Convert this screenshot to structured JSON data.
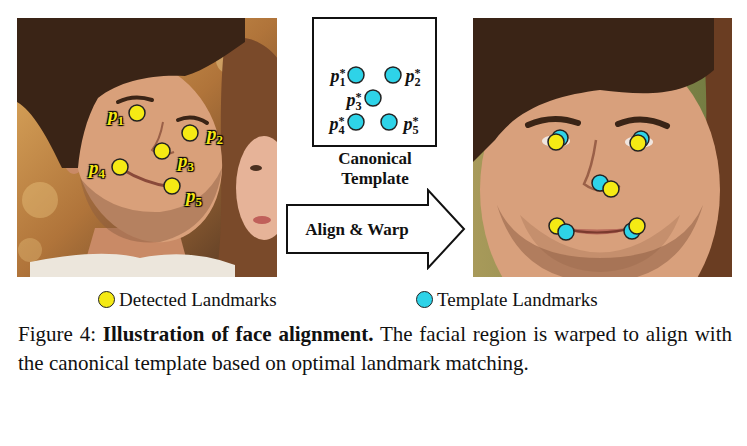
{
  "diagram": {
    "caption": "Figure 4: Illustration of face alignment. The facial region is warped to align with the canonical template based on optimal landmark matching.",
    "nodes": [
      {
        "text": [
          "p1*",
          "p2*",
          "p3*",
          "p4*",
          "p5*",
          "Canonical Template"
        ]
      },
      {
        "text": [
          "Align & Warp"
        ]
      }
    ],
    "labels": [
      "p1",
      "p2",
      "p3",
      "p4",
      "p5"
    ],
    "legend": [
      {
        "text": "Detected Landmarks",
        "color": "#f5ea14"
      },
      {
        "text": "Template Landmarks",
        "color": "#2ed3e8"
      }
    ]
  }
}
